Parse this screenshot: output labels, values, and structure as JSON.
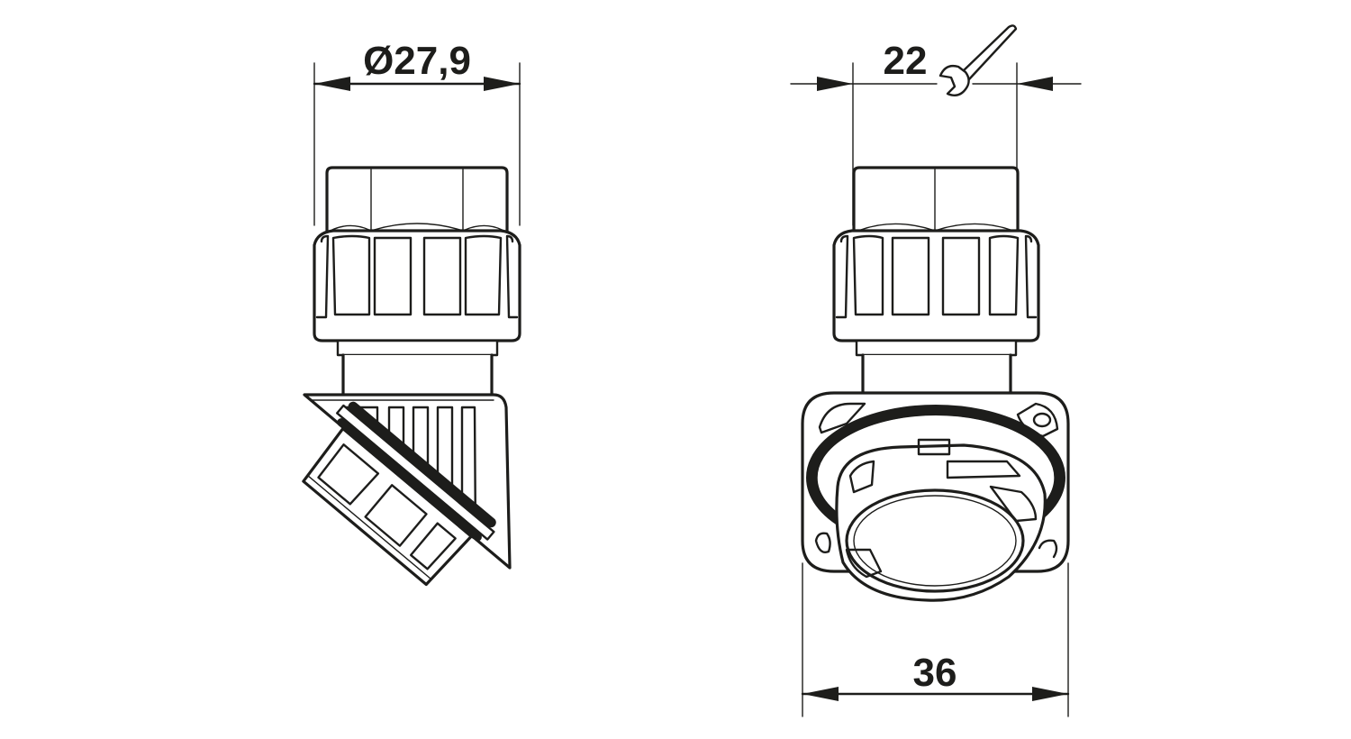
{
  "dimensions": {
    "diameter_label": "Ø27,9",
    "wrench_label": "22",
    "width_label": "36"
  },
  "icons": {
    "wrench": "wrench-icon"
  },
  "colors": {
    "line": "#1d1d1b",
    "background": "#ffffff"
  }
}
